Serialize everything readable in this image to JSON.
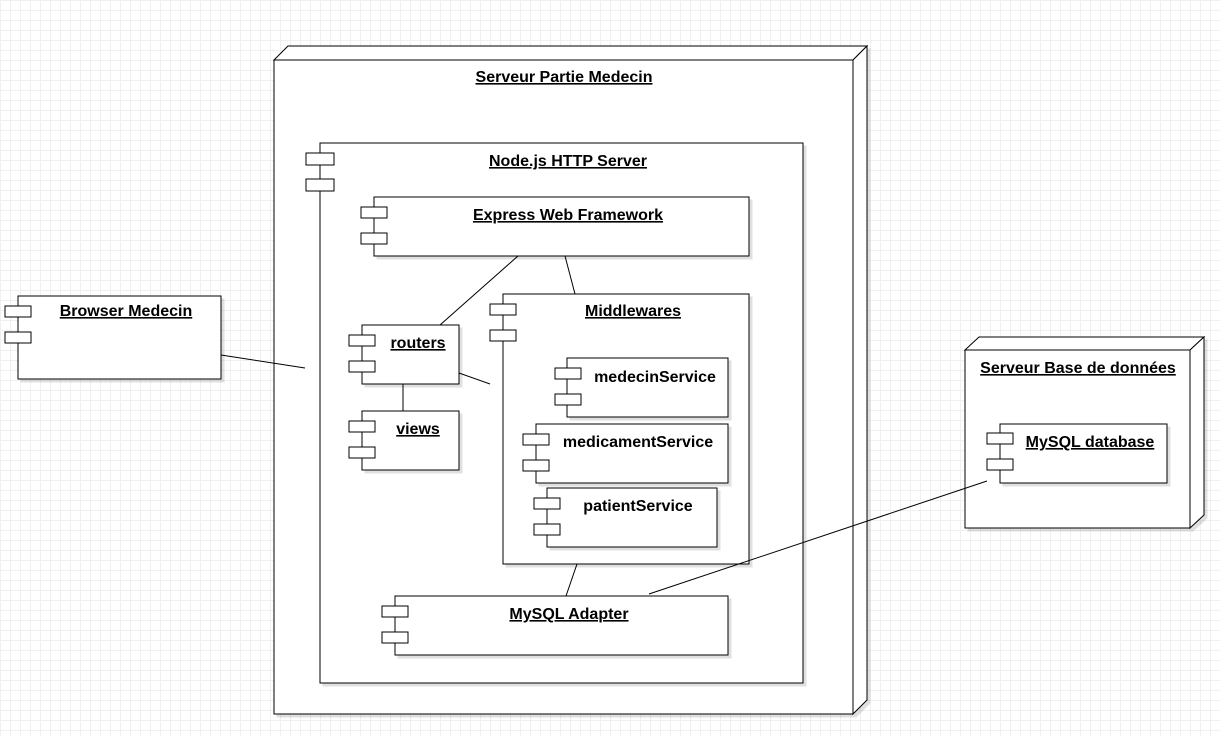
{
  "nodes": {
    "medecin_server": {
      "label": "Serveur Partie Medecin"
    },
    "db_server": {
      "label": "Serveur Base de données"
    }
  },
  "components": {
    "node_http_server": {
      "label": "Node.js HTTP Server"
    },
    "express": {
      "label": "Express Web Framework"
    },
    "middlewares": {
      "label": "Middlewares"
    },
    "routers": {
      "label": "routers"
    },
    "views": {
      "label": "views"
    },
    "medecin_service": {
      "label": "medecinService"
    },
    "medicament_service": {
      "label": "medicamentService"
    },
    "patient_service": {
      "label": "patientService"
    },
    "mysql_adapter": {
      "label": "MySQL Adapter"
    },
    "browser": {
      "label": "Browser Medecin"
    },
    "mysql_database": {
      "label": "MySQL database"
    }
  },
  "colors": {
    "stroke": "#000000",
    "fill": "#ffffff",
    "shadow": "#e6e6e6",
    "grid": "#f0f0f0"
  }
}
